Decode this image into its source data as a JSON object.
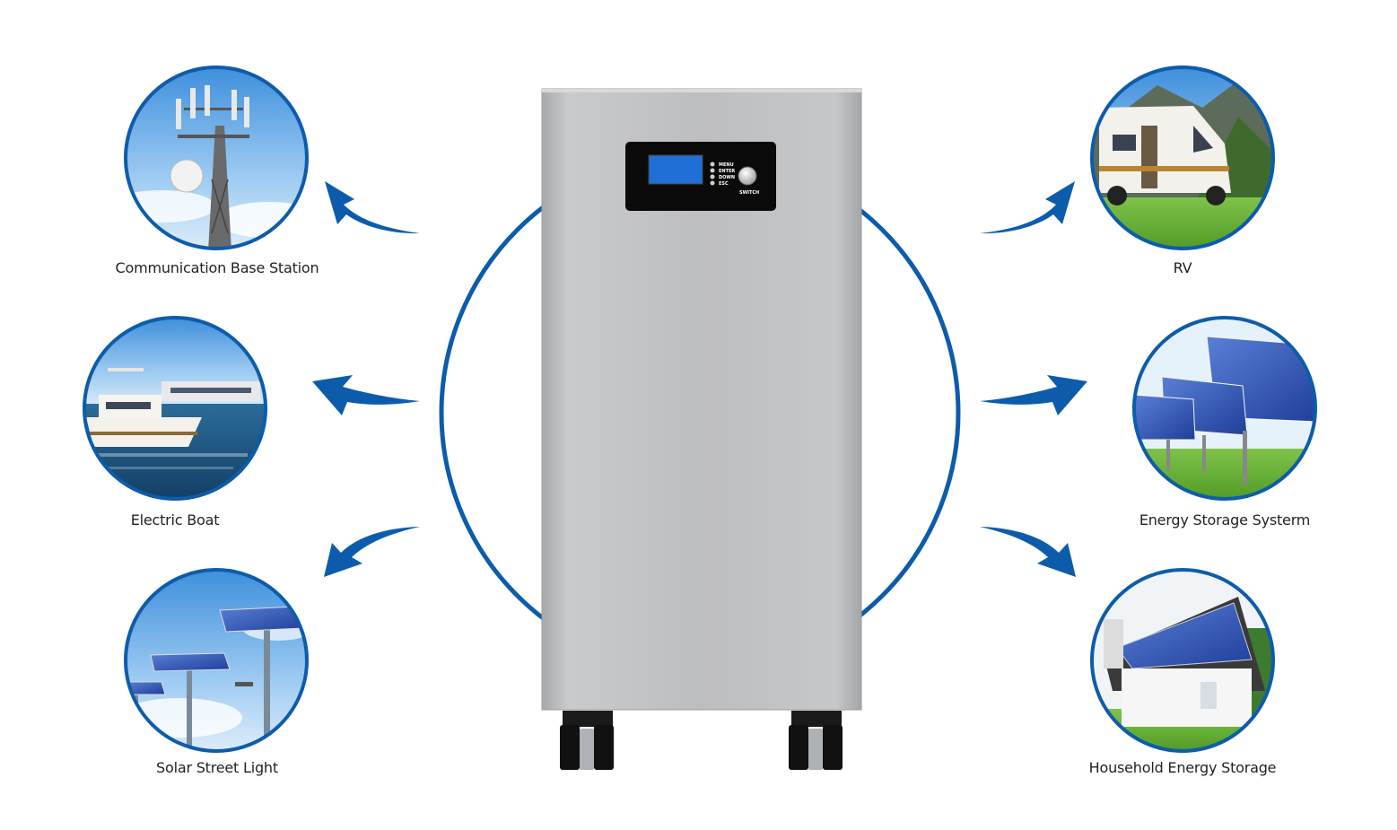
{
  "applications": {
    "left": [
      {
        "label": "Communication Base Station",
        "icon": "cell-tower"
      },
      {
        "label": "Electric Boat",
        "icon": "yacht"
      },
      {
        "label": "Solar Street Light",
        "icon": "solar-street-light"
      }
    ],
    "right": [
      {
        "label": "RV",
        "icon": "motorhome"
      },
      {
        "label": "Energy Storage Systerm",
        "icon": "solar-panel-array"
      },
      {
        "label": "Household Energy Storage",
        "icon": "house-with-solar-roof"
      }
    ]
  },
  "device": {
    "buttons": [
      "MENU",
      "ENTER",
      "DOWN",
      "ESC"
    ],
    "switch_label": "SWITCH"
  },
  "colors": {
    "accent_blue": "#0d5cab",
    "cabinet_silver": "#b9babc",
    "panel_black": "#0a0a0a",
    "screen_blue": "#1f6fd6"
  }
}
